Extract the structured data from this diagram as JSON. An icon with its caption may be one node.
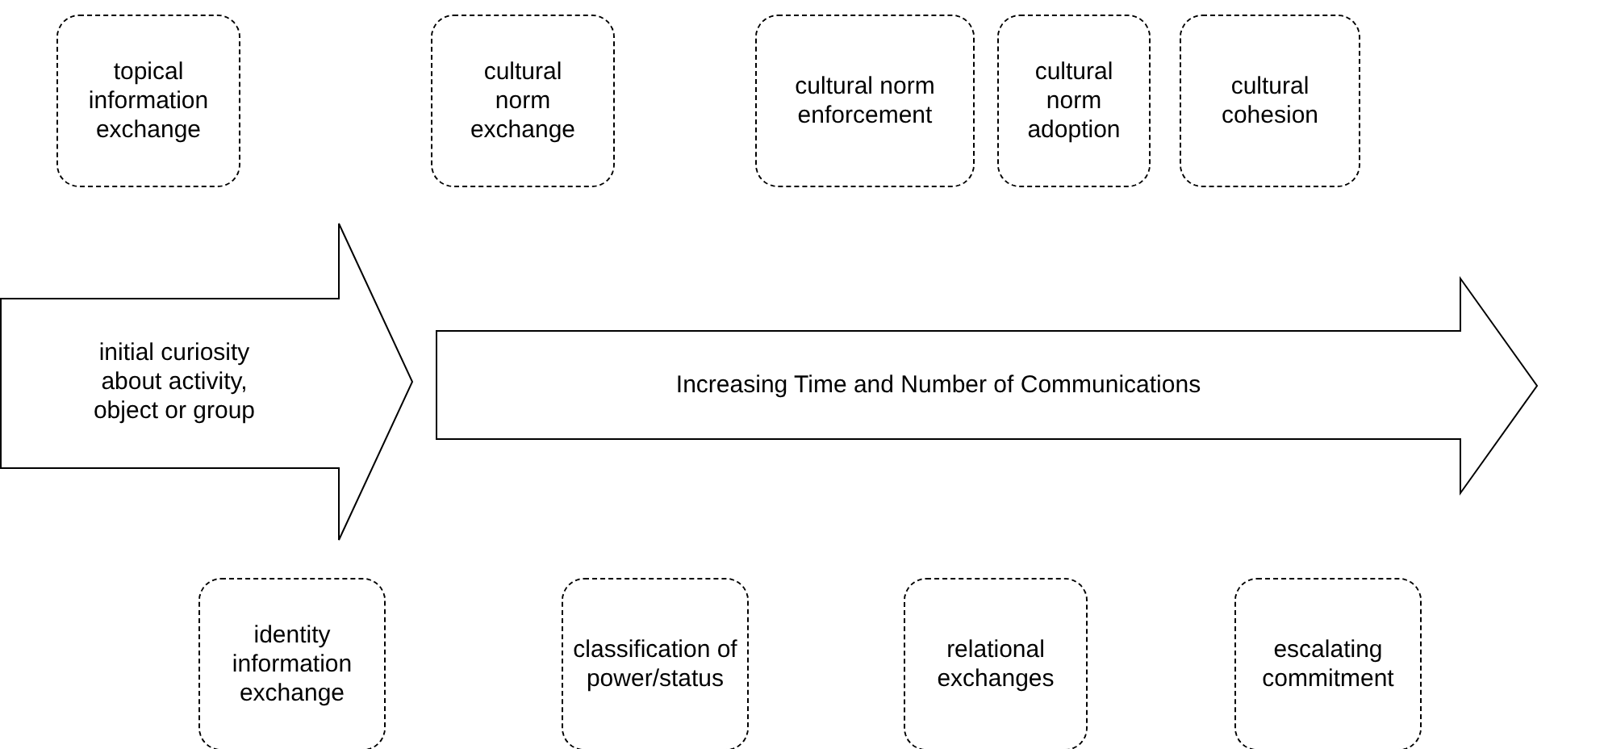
{
  "diagram": {
    "nodes": [
      {
        "text": [
          "topical information exchange"
        ]
      },
      {
        "text": [
          "cultural norm exchange"
        ]
      },
      {
        "text": [
          "cultural norm enforcement"
        ]
      },
      {
        "text": [
          "cultural norm adoption"
        ]
      },
      {
        "text": [
          "cultural cohesion"
        ]
      },
      {
        "text": [
          "initial curiosity about activity, object or group"
        ]
      },
      {
        "text": [
          "Increasing Time and Number of Communications"
        ]
      },
      {
        "text": [
          "identity information exchange"
        ]
      },
      {
        "text": [
          "classification of power/status"
        ]
      },
      {
        "text": [
          "relational exchanges"
        ]
      },
      {
        "text": [
          "escalating commitment"
        ]
      }
    ]
  }
}
